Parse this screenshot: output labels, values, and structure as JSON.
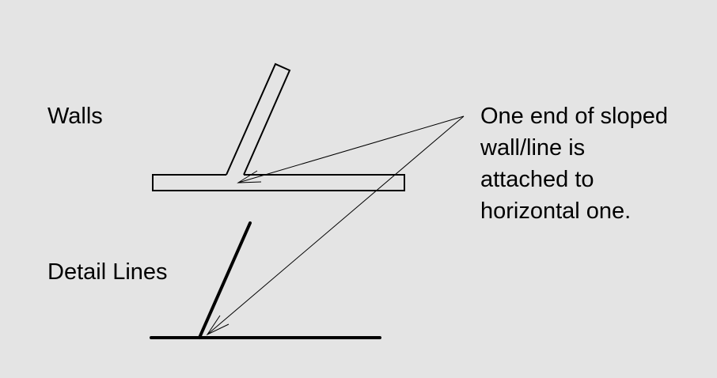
{
  "labels": {
    "walls": "Walls",
    "detail_lines": "Detail Lines"
  },
  "note": {
    "lines": [
      "One end of sloped",
      "wall/line is",
      "attached to",
      "horizontal one."
    ]
  },
  "colors": {
    "background": "#e4e4e4",
    "ink": "#000000"
  }
}
